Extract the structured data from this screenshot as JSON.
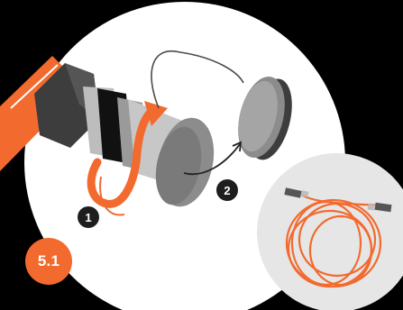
{
  "step_label": "5.1",
  "markers": {
    "one": "1",
    "two": "2"
  },
  "colors": {
    "background": "#000000",
    "circle_fill": "#ffffff",
    "inset_fill": "#e6e6e6",
    "accent_orange": "#f26a2e",
    "metal_dark": "#3d3d3d",
    "metal_mid": "#8c8c8c",
    "metal_light": "#c7c7c7",
    "marker_fill": "#1e1e1e"
  },
  "icons": {
    "main": "fiber-connector-cap-removal",
    "inset": "coiled-fiber-patch-cable",
    "rotate": "rotate-arrow",
    "pull": "pull-arrow"
  }
}
